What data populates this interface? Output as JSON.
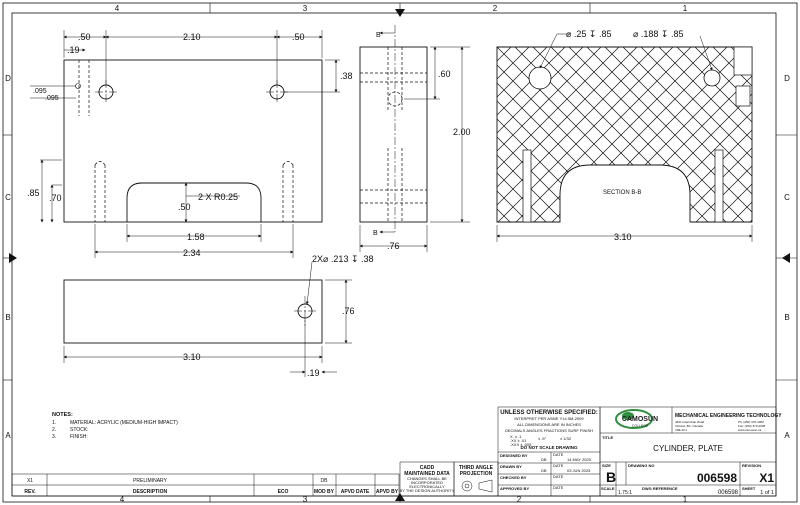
{
  "zones": {
    "cols_top": [
      "4",
      "3",
      "2",
      "1"
    ],
    "cols_bottom": [
      "4",
      "3",
      "2",
      "1"
    ],
    "rows_left": [
      "D",
      "C",
      "B",
      "A"
    ],
    "rows_right": [
      "D",
      "C",
      "B",
      "A"
    ]
  },
  "front_view": {
    "dim_top_left": ".50",
    "dim_top_mid": "2.10",
    "dim_top_right": ".50",
    "dim_hole_offset": ".19",
    "dim_small_a": ".095",
    "dim_small_b": ".095",
    "dim_height_top": ".38",
    "dim_left_a": ".85",
    "dim_left_b": ".70",
    "dim_slot_radius": "2 X R0.25",
    "dim_slot_depth": ".50",
    "dim_slot_width": "1.58",
    "dim_overall_width": "2.34"
  },
  "side_view": {
    "section_mark_top": "B",
    "section_mark_bottom": "B",
    "dim_width": ".76",
    "dim_hole_top": ".60",
    "dim_height": "2.00"
  },
  "section_view": {
    "hole_a_callout": "⌀ .25 ↧ .85",
    "hole_b_callout": "⌀ .188 ↧ .85",
    "label": "SECTION B-B",
    "dim_width": "3.10"
  },
  "bottom_view": {
    "hole_callout": "2X⌀ .213 ↧ .38",
    "dim_depth": ".76",
    "dim_length": "3.10",
    "dim_hole_offset": ".19"
  },
  "notes": {
    "title": "NOTES:",
    "items": [
      {
        "num": "1.",
        "text": "MATERIAL: ACRYLIC (MEDIUM-HIGH IMPACT)"
      },
      {
        "num": "2.",
        "text": "STOCK:"
      },
      {
        "num": "3.",
        "text": "FINISH:"
      }
    ]
  },
  "revision_table": {
    "row": {
      "rev": "X1",
      "description": "PRELIMINARY",
      "mod_by": "DB"
    },
    "headers": {
      "rev": "REV.",
      "description": "DESCRIPTION",
      "eco": "ECO",
      "mod_by": "MOD BY",
      "apvd_date": "APVD DATE",
      "apvd_by": "APVD BY"
    }
  },
  "cadd_block": {
    "title1": "CADD",
    "title2": "MAINTAINED DATA",
    "lines": [
      "CHANGES SHALL BE",
      "INCORPORATED",
      "ELECTRONICALLY",
      "BY THE DESIGN AUTHORITY"
    ]
  },
  "projection": {
    "line1": "THIRD ANGLE",
    "line2": "PROJECTION"
  },
  "tolerance_block": {
    "title": "UNLESS OTHERWISE SPECIFIED:",
    "line1": "INTERPRET PER ASME Y14.5M-2009",
    "line2": "ALL DIMENSIONS ARE IN INCHES",
    "headers": "DECIMALS      ANGLES      FRACTIONS     SURF FINISH",
    "tol_a": "X.     ± .1",
    "tol_b": ".XX    ± .01",
    "tol_c": ".XXX   ± .005",
    "tol_angle": "± .5°",
    "tol_frac": "± 1/32",
    "do_not_scale": "DO NOT SCALE DRAWING"
  },
  "signoffs": [
    {
      "label": "DESIGNED BY",
      "initials": "DB",
      "date_label": "DATE",
      "date": "14 MAY 2025"
    },
    {
      "label": "DRAWN BY",
      "initials": "DB",
      "date_label": "DATE",
      "date": "03 JUN 2025"
    },
    {
      "label": "CHECKED BY",
      "initials": "",
      "date_label": "DATE",
      "date": ""
    },
    {
      "label": "APPROVED BY",
      "initials": "",
      "date_label": "DATE",
      "date": ""
    }
  ],
  "company": {
    "logo_text": "CAMOSUN",
    "logo_sub": "COLLEGE",
    "dept": "MECHANICAL ENGINEERING TECHNOLOGY",
    "address": [
      "4461 Interurban Road",
      "Victoria, BC, Canada",
      "V9E 2C1"
    ],
    "contact": [
      "Ph: (250) 370-4000",
      "Fax: (250) 370-4938",
      "www.camosun.ca"
    ]
  },
  "title_block": {
    "title_label": "TITLE",
    "title": "CYLINDER, PLATE",
    "size_label": "SIZE",
    "size": "B",
    "drawing_no_label": "DRAWING NO",
    "drawing_no": "006598",
    "revision_label": "REVISION",
    "revision": "X1",
    "scale_label": "SCALE",
    "scale": "1.75:1",
    "dwg_ref_label": "DWG REFERENCE",
    "dwg_ref": "006598",
    "sheet_label": "SHEET",
    "sheet": "1 of 1"
  }
}
